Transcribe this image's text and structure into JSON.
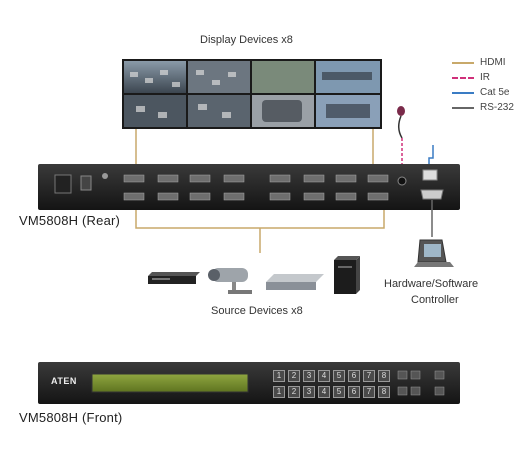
{
  "title": "Display Devices x8",
  "legend": [
    {
      "label": "HDMI",
      "color": "#c8a96a",
      "style": "solid"
    },
    {
      "label": "IR",
      "color": "#d0307a",
      "style": "dashed"
    },
    {
      "label": "Cat 5e",
      "color": "#3a7cc4",
      "style": "solid"
    },
    {
      "label": "RS-232",
      "color": "#666666",
      "style": "solid"
    }
  ],
  "rear_label": "VM5808H (Rear)",
  "front_label": "VM5808H (Front)",
  "source_label": "Source Devices x8",
  "controller_label_1": "Hardware/Software",
  "controller_label_2": "Controller",
  "brand": "ATEN",
  "front_buttons_top": [
    "1",
    "2",
    "3",
    "4",
    "5",
    "6",
    "7",
    "8"
  ],
  "front_buttons_bottom": [
    "1",
    "2",
    "3",
    "4",
    "5",
    "6",
    "7",
    "8"
  ]
}
